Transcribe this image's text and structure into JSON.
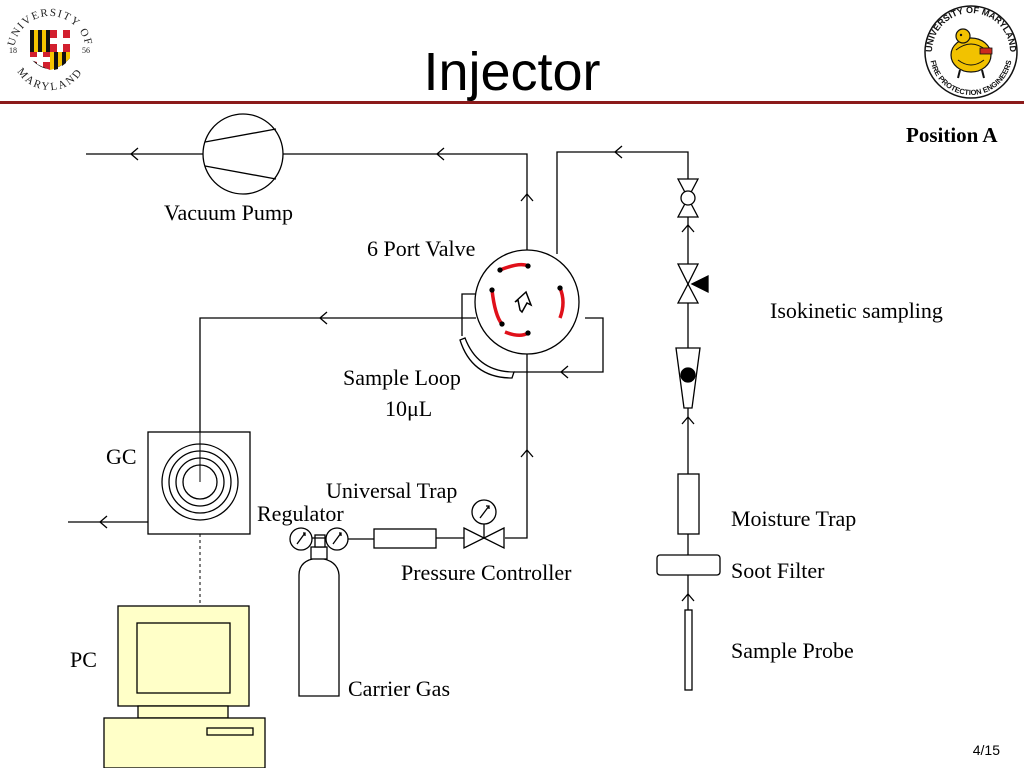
{
  "slide": {
    "title": "Injector",
    "position": "Position A",
    "page_number": "4/15"
  },
  "logos": {
    "left_text_top": "UNIVERSITY OF",
    "left_text_bottom": "MARYLAND",
    "left_year_left": "18",
    "left_year_right": "56",
    "right_text_top": "UNIVERSITY OF MARYLAND",
    "right_text_bottom": "FIRE PROTECTION ENGINEERS"
  },
  "labels": {
    "vacuum_pump": "Vacuum Pump",
    "six_port_valve": "6 Port Valve",
    "isokinetic_sampling": "Isokinetic sampling",
    "sample_loop": "Sample Loop",
    "sample_loop_volume": "10μL",
    "gc": "GC",
    "universal_trap": "Universal Trap",
    "regulator": "Regulator",
    "moisture_trap": "Moisture Trap",
    "soot_filter": "Soot Filter",
    "pressure_controller": "Pressure Controller",
    "sample_probe": "Sample Probe",
    "pc": "PC",
    "carrier_gas": "Carrier Gas"
  },
  "colors": {
    "accent_rule": "#8b1a1a",
    "valve_ports": "#e0101a",
    "pc_fill": "#ffffc8",
    "line": "#000000"
  }
}
